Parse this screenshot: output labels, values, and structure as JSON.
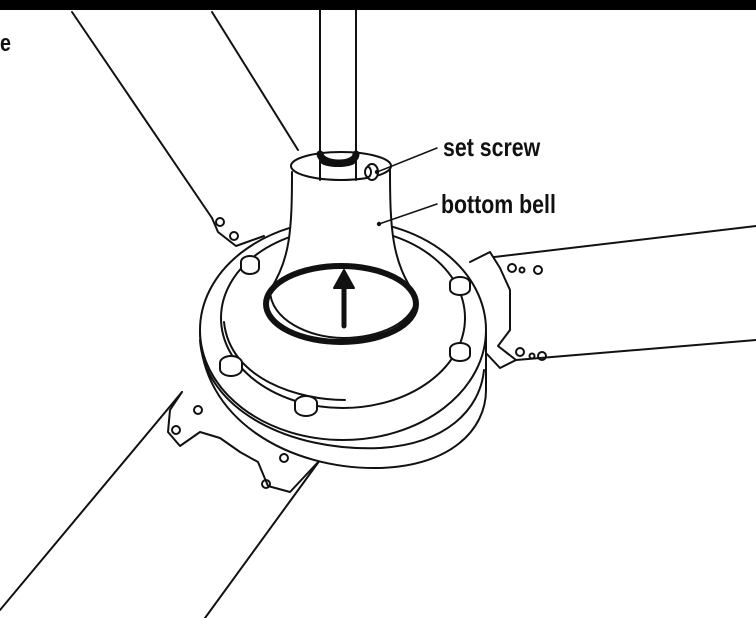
{
  "labels": {
    "edge_fragment": "e",
    "set_screw": "set screw",
    "bottom_bell": "bottom bell"
  },
  "icons": [
    "up-arrow-icon"
  ],
  "colors": {
    "line": "#111111",
    "fill": "#ffffff",
    "top_bar": "#000000"
  }
}
